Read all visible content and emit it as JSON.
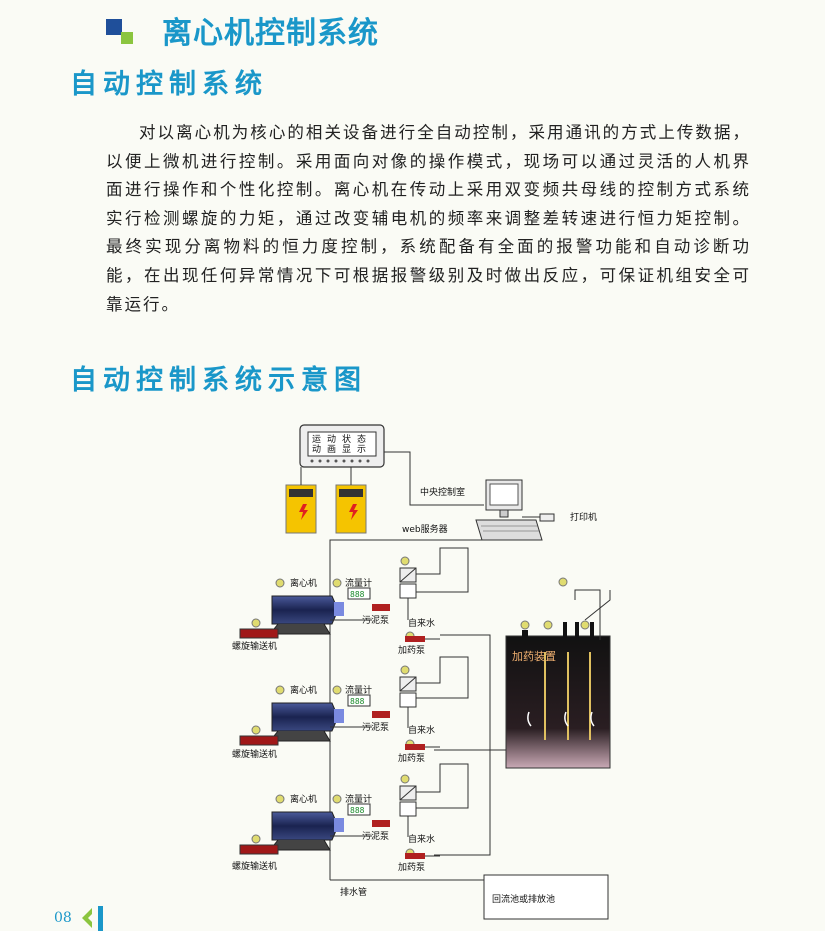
{
  "header": {
    "title": "离心机控制系统"
  },
  "section1": {
    "title": "自动控制系统",
    "paragraph": "对以离心机为核心的相关设备进行全自动控制，采用通讯的方式上传数据，以便上微机进行控制。采用面向对像的操作模式，现场可以通过灵活的人机界面进行操作和个性化控制。离心机在传动上采用双变频共母线的控制方式系统实行检测螺旋的力矩，通过改变辅电机的频率来调整差转速进行恒力矩控制。最终实现分离物料的恒力度控制，系统配备有全面的报警功能和自动诊断功能，在出现任何异常情况下可根据报警级别及时做出反应，可保证机组安全可靠运行。"
  },
  "section2": {
    "title": "自动控制系统示意图"
  },
  "diagram": {
    "panel_text": [
      "运",
      "动",
      "状",
      "态",
      "动",
      "画",
      "显",
      "示"
    ],
    "central_control": "中央控制室",
    "printer": "打印机",
    "web_server": "web服务器",
    "units": [
      {
        "centrifuge": "离心机",
        "flowmeter": "流量计",
        "sludge_pump": "污泥泵",
        "tap_water": "自来水",
        "dosing_pump": "加药泵",
        "conveyor": "螺旋输送机",
        "display": "888"
      },
      {
        "centrifuge": "离心机",
        "flowmeter": "流量计",
        "sludge_pump": "污泥泵",
        "tap_water": "自来水",
        "dosing_pump": "加药泵",
        "conveyor": "螺旋输送机",
        "display": "888"
      },
      {
        "centrifuge": "离心机",
        "flowmeter": "流量计",
        "sludge_pump": "污泥泵",
        "tap_water": "自来水",
        "dosing_pump": "加药泵",
        "conveyor": "螺旋输送机",
        "display": "888"
      }
    ],
    "dosing_device": "加药装置",
    "drain_pipe": "排水管",
    "return_pool": "回流池或排放池"
  },
  "footer": {
    "page_number": "08"
  }
}
